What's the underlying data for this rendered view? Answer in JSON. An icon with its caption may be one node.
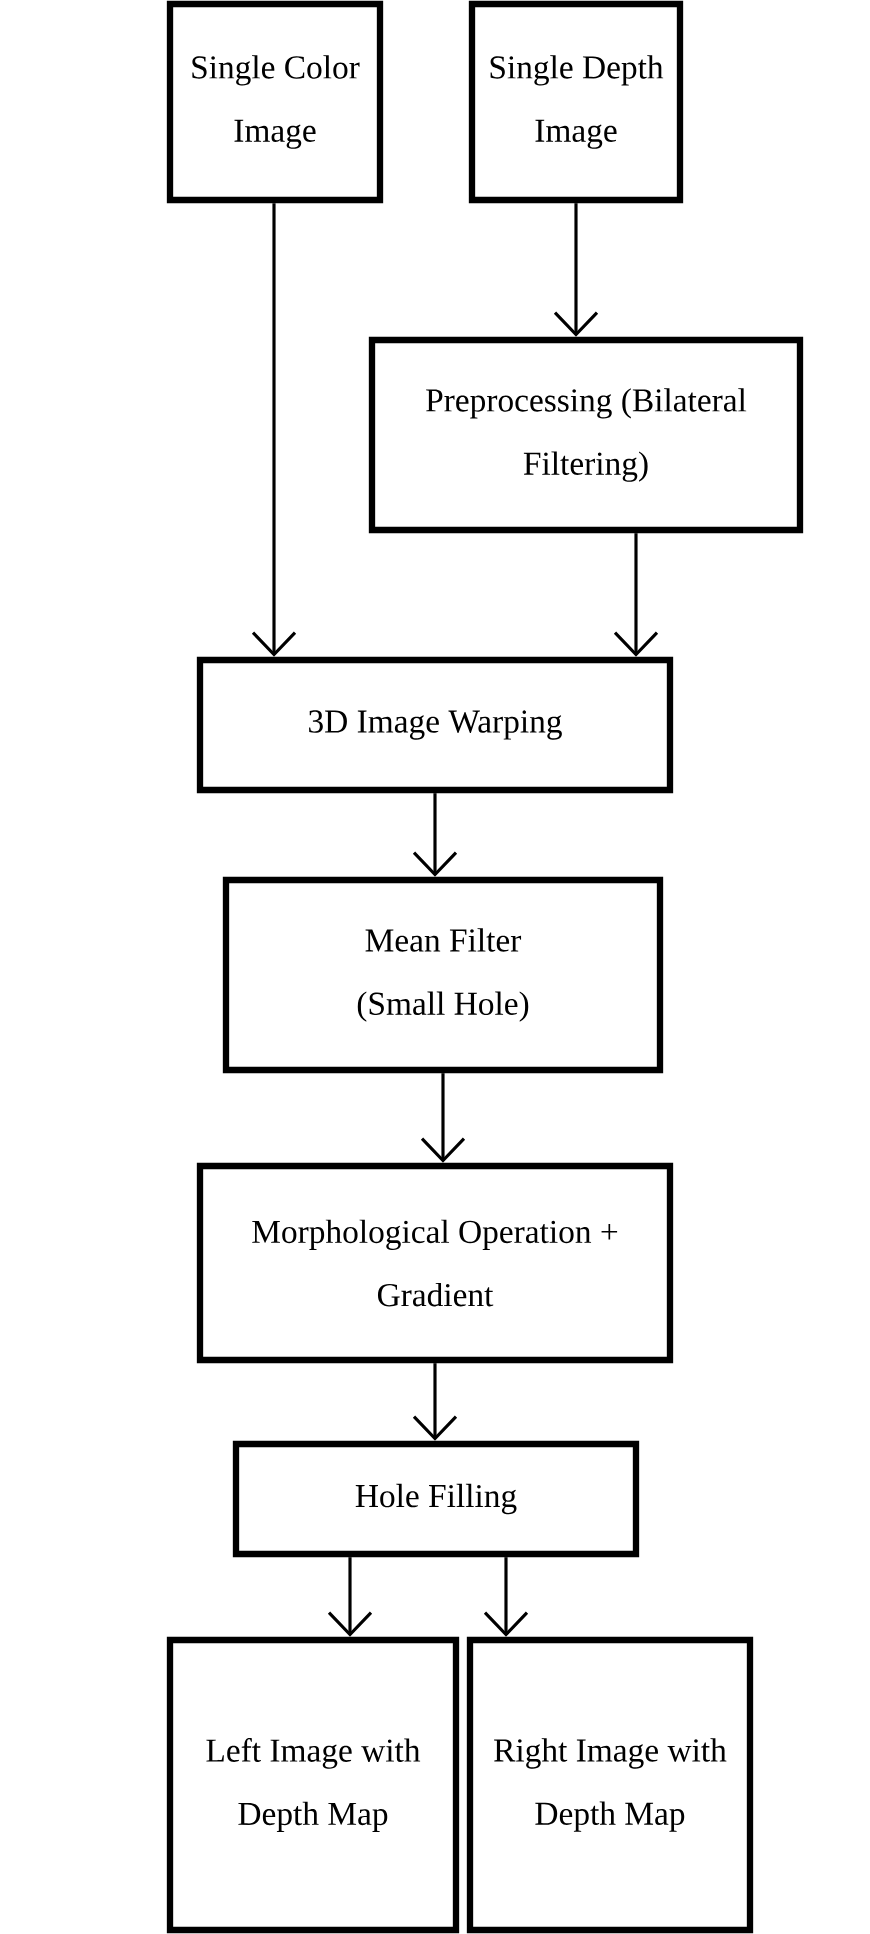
{
  "diagram": {
    "nodes": [
      {
        "text": [
          "Single Color Image"
        ]
      },
      {
        "text": [
          "Single Depth Image"
        ]
      },
      {
        "text": [
          "Preprocessing (Bilateral Filtering)"
        ]
      },
      {
        "text": [
          "3D Image Warping"
        ]
      },
      {
        "text": [
          "Mean Filter (Small Hole)"
        ]
      },
      {
        "text": [
          "Morphological Operation + Gradient"
        ]
      },
      {
        "text": [
          "Hole Filling"
        ]
      },
      {
        "text": [
          "Left Image with Depth Map"
        ]
      },
      {
        "text": [
          "Right Image with Depth Map"
        ]
      }
    ],
    "edges": [
      {
        "from": 0,
        "to": 3,
        "arrow": "to"
      },
      {
        "from": 1,
        "to": 2,
        "arrow": "to"
      },
      {
        "from": 2,
        "to": 3,
        "arrow": "to"
      },
      {
        "from": 3,
        "to": 4,
        "arrow": "to"
      },
      {
        "from": 4,
        "to": 5,
        "arrow": "to"
      },
      {
        "from": 5,
        "to": 6,
        "arrow": "to"
      },
      {
        "from": 6,
        "to": 7,
        "arrow": "to"
      },
      {
        "from": 6,
        "to": 8,
        "arrow": "to"
      }
    ]
  }
}
